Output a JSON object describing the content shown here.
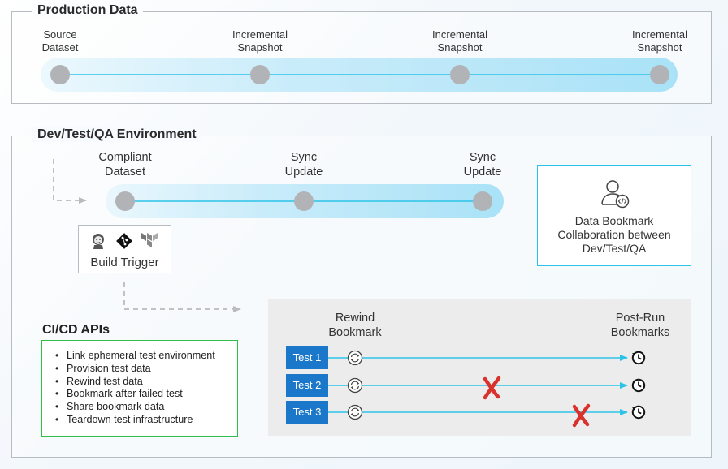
{
  "production": {
    "title": "Production Data",
    "nodes": [
      {
        "label": "Source\nDataset"
      },
      {
        "label": "Incremental\nSnapshot"
      },
      {
        "label": "Incremental\nSnapshot"
      },
      {
        "label": "Incremental\nSnapshot"
      }
    ]
  },
  "devtest": {
    "title": "Dev/Test/QA Environment",
    "nodes": [
      {
        "label": "Compliant\nDataset"
      },
      {
        "label": "Sync\nUpdate"
      },
      {
        "label": "Sync\nUpdate"
      }
    ]
  },
  "bookmark_box": {
    "label": "Data Bookmark\nCollaboration between\nDev/Test/QA",
    "icon": "user-code-icon"
  },
  "build_trigger": {
    "label": "Build Trigger",
    "icons": [
      "jenkins-icon",
      "git-icon",
      "terraform-icon"
    ]
  },
  "cicd": {
    "title": "CI/CD APIs",
    "items": [
      "Link ephemeral test environment",
      "Provision test data",
      "Rewind test data",
      "Bookmark after failed test",
      "Share bookmark data",
      "Teardown test infrastructure"
    ]
  },
  "tests": {
    "rewind_label": "Rewind\nBookmark",
    "postrun_label": "Post-Run\nBookmarks",
    "rows": [
      {
        "name": "Test 1",
        "failed": false
      },
      {
        "name": "Test 2",
        "failed": true
      },
      {
        "name": "Test 3",
        "failed": true
      }
    ]
  },
  "colors": {
    "accent": "#2cc3e8",
    "test_button": "#1a77c9",
    "fail": "#d9312b",
    "cicd_border": "#2fbf4a"
  }
}
